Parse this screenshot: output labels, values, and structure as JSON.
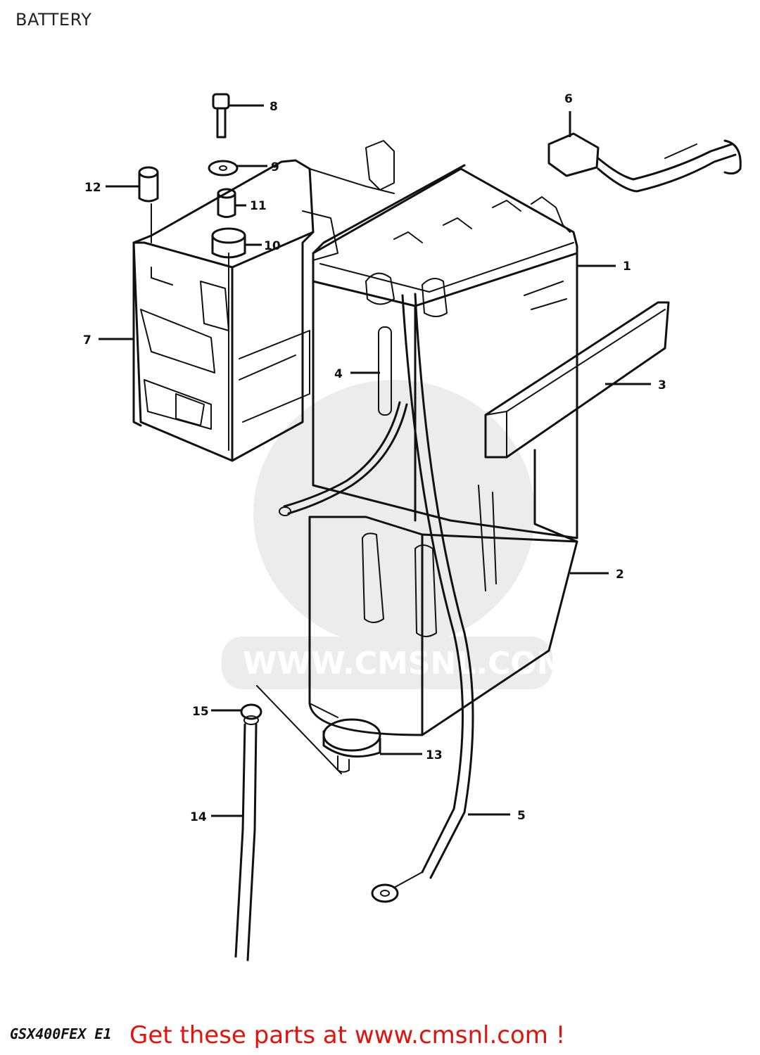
{
  "title": "BATTERY",
  "model_code": "GSX400FEX E1",
  "footer": "Get these parts at www.cmsnl.com !",
  "watermark": "WWW.CMSNL.COM",
  "callouts": [
    {
      "id": "c1",
      "label": "1"
    },
    {
      "id": "c2",
      "label": "2"
    },
    {
      "id": "c3",
      "label": "3"
    },
    {
      "id": "c4",
      "label": "4"
    },
    {
      "id": "c5",
      "label": "5"
    },
    {
      "id": "c6",
      "label": "6"
    },
    {
      "id": "c7",
      "label": "7"
    },
    {
      "id": "c8",
      "label": "8"
    },
    {
      "id": "c9",
      "label": "9"
    },
    {
      "id": "c10",
      "label": "10"
    },
    {
      "id": "c11",
      "label": "11"
    },
    {
      "id": "c12",
      "label": "12"
    },
    {
      "id": "c13",
      "label": "13"
    },
    {
      "id": "c14",
      "label": "14"
    },
    {
      "id": "c15",
      "label": "15"
    }
  ],
  "colors": {
    "footer": "#e3120b",
    "line": "#111111",
    "watermark": "#ececec"
  }
}
